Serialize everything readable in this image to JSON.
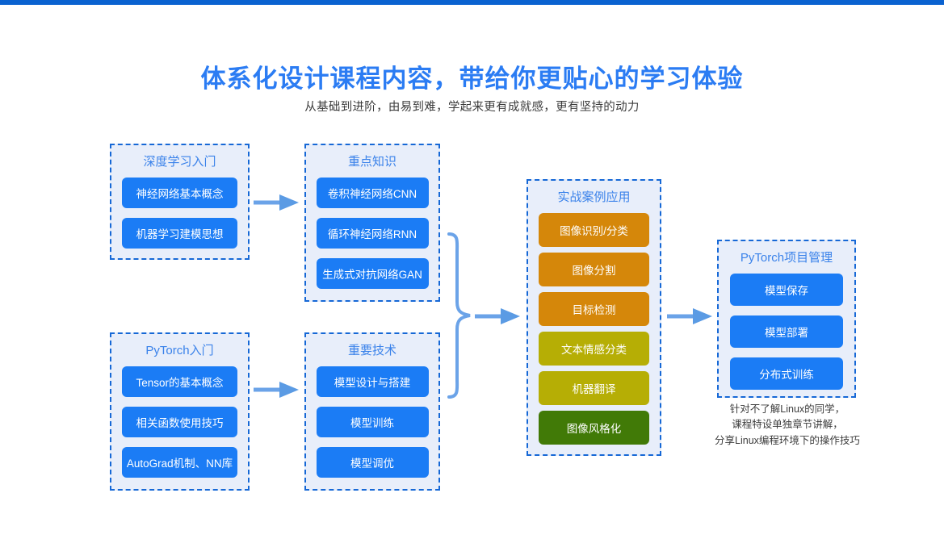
{
  "theme": {
    "accent_bar": "#0a62d0",
    "title_color": "#2b7cf3",
    "panel_bg": "#e8eefa",
    "panel_border": "#1668d6",
    "panel_title_color": "#3a82ea",
    "chip_blue": "#1b7cf5",
    "chip_orange": "#d5870a",
    "chip_olive": "#b6ae05",
    "chip_green": "#417a07",
    "arrow_color": "#6ba3e8"
  },
  "header": {
    "title": "体系化设计课程内容，带给你更贴心的学习体验",
    "subtitle": "从基础到进阶，由易到难，学起来更有成就感，更有坚持的动力"
  },
  "panels": {
    "intro": {
      "title": "深度学习入门",
      "items": [
        {
          "label": "神经网络基本概念",
          "color": "blue"
        },
        {
          "label": "机器学习建模思想",
          "color": "blue"
        }
      ]
    },
    "core": {
      "title": "重点知识",
      "items": [
        {
          "label": "卷积神经网络CNN",
          "color": "blue"
        },
        {
          "label": "循环神经网络RNN",
          "color": "blue"
        },
        {
          "label": "生成式对抗网络GAN",
          "color": "blue"
        }
      ]
    },
    "pytorch": {
      "title": "PyTorch入门",
      "items": [
        {
          "label": "Tensor的基本概念",
          "color": "blue"
        },
        {
          "label": "相关函数使用技巧",
          "color": "blue"
        },
        {
          "label": "AutoGrad机制、NN库",
          "color": "blue"
        }
      ]
    },
    "tech": {
      "title": "重要技术",
      "items": [
        {
          "label": "模型设计与搭建",
          "color": "blue"
        },
        {
          "label": "模型训练",
          "color": "blue"
        },
        {
          "label": "模型调优",
          "color": "blue"
        }
      ]
    },
    "cases": {
      "title": "实战案例应用",
      "items": [
        {
          "label": "图像识别/分类",
          "color": "orange"
        },
        {
          "label": "图像分割",
          "color": "orange"
        },
        {
          "label": "目标检测",
          "color": "orange"
        },
        {
          "label": "文本情感分类",
          "color": "olive"
        },
        {
          "label": "机器翻译",
          "color": "olive"
        },
        {
          "label": "图像风格化",
          "color": "green"
        }
      ]
    },
    "project": {
      "title": "PyTorch项目管理",
      "items": [
        {
          "label": "模型保存",
          "color": "blue"
        },
        {
          "label": "模型部署",
          "color": "blue"
        },
        {
          "label": "分布式训练",
          "color": "blue"
        }
      ],
      "note": "针对不了解Linux的同学，\n课程特设单独章节讲解，\n分享Linux编程环境下的操作技巧"
    }
  },
  "connectors": {
    "intro_to_core": "arrow-right",
    "pytorch_to_tech": "arrow-right",
    "merge_brace": "curly-brace-right",
    "brace_to_cases": "arrow-right",
    "cases_to_project": "arrow-right"
  }
}
